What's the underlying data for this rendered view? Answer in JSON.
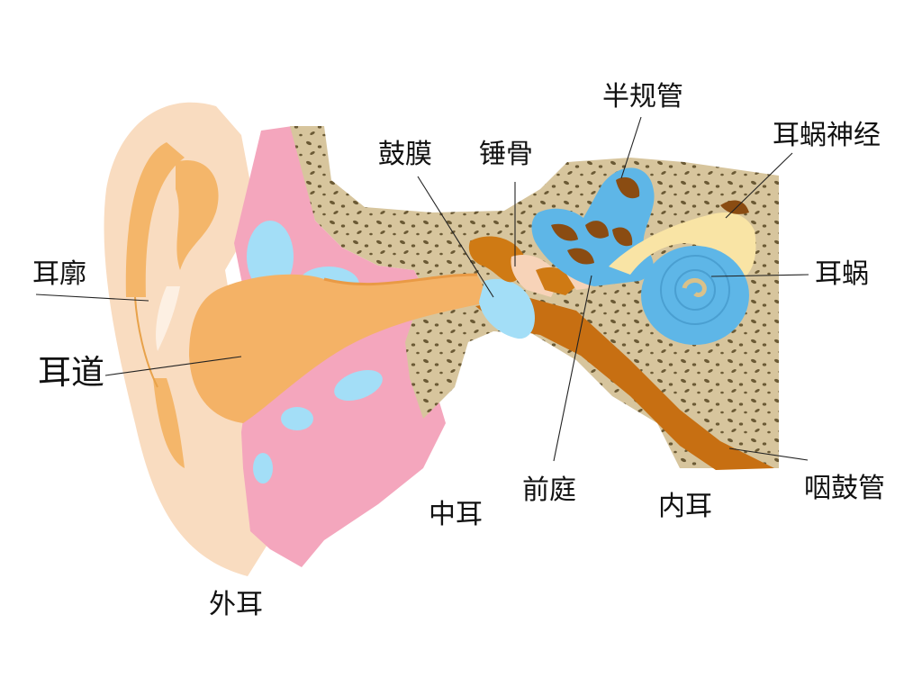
{
  "labels": {
    "pinna": "耳廓",
    "ear_canal": "耳道",
    "eardrum": "鼓膜",
    "malleus": "锤骨",
    "semicircular_canals": "半规管",
    "cochlear_nerve": "耳蜗神经",
    "cochlea": "耳蜗",
    "vestibule": "前庭",
    "eustachian_tube": "咽鼓管",
    "outer_ear": "外耳",
    "middle_ear": "中耳",
    "inner_ear": "内耳"
  },
  "colors": {
    "pinna_skin": "#f9dcc0",
    "pinna_fold": "#f4b66a",
    "canal": "#f4b266",
    "soft_tissue": "#f4a6bd",
    "fluid_blue": "#a3def7",
    "bone": "#d7c59d",
    "bone_dots": "#6b5a35",
    "ossicle": "#cf7a14",
    "eustachian": "#c76f12",
    "labyrinth_blue": "#5eb6e7",
    "labyrinth_dark": "#8a4c12",
    "nerve": "#f9e4a5",
    "stapes_pale": "#f7d3b8",
    "leader_line": "#222222"
  }
}
